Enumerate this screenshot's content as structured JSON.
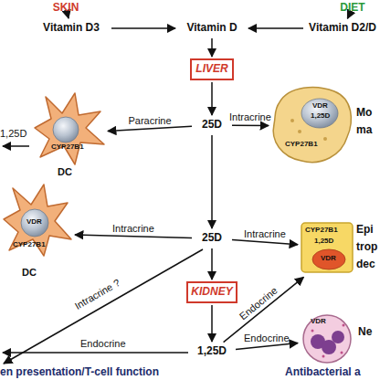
{
  "diagram": {
    "nodes": [
      {
        "text": [
          "SKIN"
        ]
      },
      {
        "text": [
          "DIET"
        ]
      },
      {
        "text": [
          "Vitamin D3"
        ]
      },
      {
        "text": [
          "Vitamin D"
        ]
      },
      {
        "text": [
          "Vitamin D2/D"
        ]
      },
      {
        "text": [
          "LIVER"
        ]
      },
      {
        "text": [
          "CYP27B1",
          "DC"
        ]
      },
      {
        "text": [
          "25D"
        ]
      },
      {
        "text": [
          "VDR",
          "1,25D",
          "CYP27B1",
          "Mo ma"
        ]
      },
      {
        "text": [
          "VDR",
          "CYP27B1",
          "DC"
        ]
      },
      {
        "text": [
          "25D"
        ]
      },
      {
        "text": [
          "CYP27B1",
          "1,25D",
          "VDR",
          "Epi trop dec"
        ]
      },
      {
        "text": [
          "KIDNEY"
        ]
      },
      {
        "text": [
          "1,25D"
        ]
      },
      {
        "text": [
          "VDR",
          "Ne"
        ]
      }
    ],
    "edges": [
      {
        "from": 0,
        "to": 2,
        "arrow": "to"
      },
      {
        "from": 1,
        "to": 4,
        "arrow": "to"
      },
      {
        "from": 2,
        "to": 3,
        "arrow": "to"
      },
      {
        "from": 4,
        "to": 3,
        "arrow": "to"
      },
      {
        "from": 3,
        "to": 5,
        "arrow": "to"
      },
      {
        "from": 5,
        "to": 7,
        "arrow": "to"
      },
      {
        "from": 7,
        "to": 6,
        "label": "Paracrine",
        "arrow": "to"
      },
      {
        "from": 7,
        "to": 8,
        "label": "Intracrine",
        "arrow": "to"
      },
      {
        "from": 7,
        "to": 10,
        "arrow": "to"
      },
      {
        "from": 10,
        "to": 9,
        "label": "Intracrine",
        "arrow": "to"
      },
      {
        "from": 10,
        "to": 11,
        "label": "Intracrine",
        "arrow": "to"
      },
      {
        "from": 10,
        "to": 12,
        "arrow": "to"
      },
      {
        "from": 12,
        "to": 13,
        "arrow": "to"
      },
      {
        "from": 13,
        "to": 11,
        "label": "Endocrine",
        "arrow": "to"
      },
      {
        "from": 13,
        "to": 14,
        "label": "Endocrine",
        "arrow": "to"
      }
    ],
    "labels": [
      "1,25D",
      "Intracrine ?",
      "Endocrine",
      "en presentation/T-cell function",
      "Antibacterial a"
    ]
  }
}
